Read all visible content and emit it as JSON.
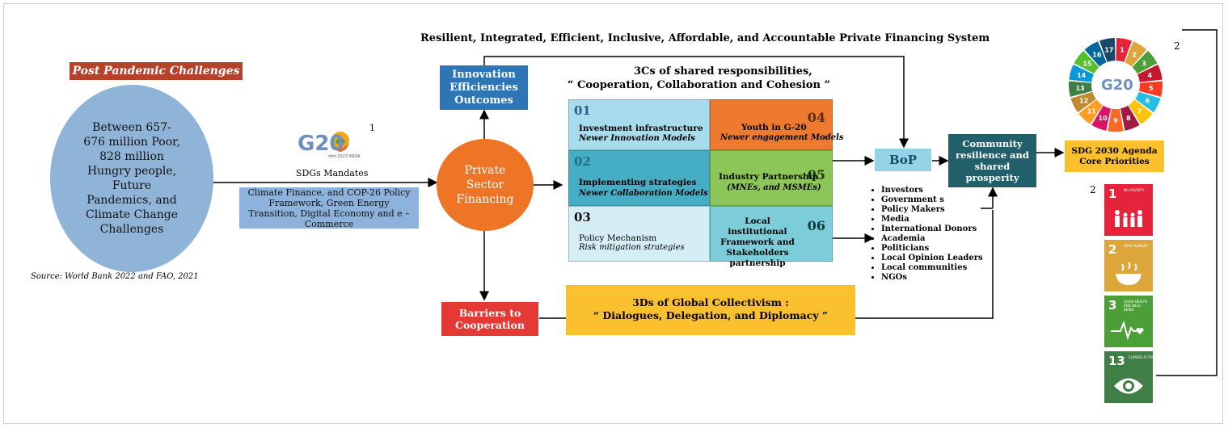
{
  "headline": "Resilient, Integrated, Efficient, Inclusive, Affordable, and Accountable Private Financing System",
  "left": {
    "banner": "Post Pandemic Challenges",
    "circle_text": "Between 657-676 million Poor, 828 million Hungry people, Future Pandemics, and Climate Change Challenges",
    "source": "Source: World Bank 2022 and FAO, 2021"
  },
  "g20": {
    "logo_text": "G20",
    "logo_sub": "भारत 2023 INDIA",
    "superscript": "1",
    "mandates": "SDGs Mandates",
    "policy_box": "Climate Finance, and COP-26 Policy Framework, Green Energy Transition, Digital Economy and e – Commerce"
  },
  "private_financing": "Private Sector Financing",
  "innovation_box": "Innovation Efficiencies Outcomes",
  "threecs": {
    "line1": "3Cs of shared responsibilities,",
    "line2": "“ Cooperation, Collaboration and Cohesion ”"
  },
  "grid": [
    {
      "num": "01",
      "title": "Investment infrastructure",
      "sub": "Newer Innovation Models",
      "color": "#a6dcec"
    },
    {
      "num": "02",
      "title": "Implementing strategies",
      "sub": "Newer Collaboration Models",
      "color": "#46aec4"
    },
    {
      "num": "03",
      "title": "Policy Mechanism",
      "sub": "Risk mitigation strategies",
      "color": "#d5edf4"
    },
    {
      "num": "04",
      "title": "Youth in G-20",
      "sub": "Newer engagement Models",
      "color": "#ee7a2f"
    },
    {
      "num": "05",
      "title": "Industry Partnership",
      "sub": "(MNEs, and MSMEs)",
      "color": "#8cc659"
    },
    {
      "num": "06",
      "title": "Local institutional Framework and Stakeholders partnership",
      "sub": "",
      "color": "#7ccdd9"
    }
  ],
  "bop": "BoP",
  "stakeholders": [
    "Investors",
    "Government s",
    "Policy Makers",
    "Media",
    "International Donors",
    "Academia",
    "Politicians",
    "Local Opinion Leaders",
    "Local communities",
    "NGOs"
  ],
  "community": "Community resilience and shared prosperity",
  "sdg_agenda": "SDG 2030 Agenda Core Priorities",
  "barriers": "Barriers to Cooperation",
  "threeds": {
    "line1": "3Ds of Global Collectivism :",
    "line2": "“ Dialogues, Delegation, and Diplomacy ”"
  },
  "wheel": {
    "superscript": "2",
    "logo_text": "G20",
    "numbers": [
      "1",
      "2",
      "3",
      "4",
      "5",
      "6",
      "7",
      "8",
      "9",
      "10",
      "11",
      "12",
      "13",
      "14",
      "15",
      "16",
      "17"
    ]
  },
  "sdg_tiles_superscript": "2",
  "sdg_tiles": [
    {
      "num": "1",
      "label": "NO POVERTY",
      "color": "#e5243b",
      "icon": "people-icon"
    },
    {
      "num": "2",
      "label": "ZERO HUNGER",
      "color": "#dda63a",
      "icon": "bowl-icon"
    },
    {
      "num": "3",
      "label": "GOOD HEALTH AND WELL-BEING",
      "color": "#4c9f38",
      "icon": "heartbeat-icon"
    },
    {
      "num": "13",
      "label": "CLIMATE ACTION",
      "color": "#3f7e44",
      "icon": "eye-globe-icon"
    }
  ],
  "colors": {
    "circle": "#8fb4d8",
    "banner": "#b5422a",
    "policy_box": "#8db2dc",
    "private": "#ee7526",
    "innovation": "#2e75b6",
    "bop": "#94d3e5",
    "community": "#215f6a",
    "agenda": "#fbc02d",
    "barriers": "#e53935",
    "threeds": "#fbc02d"
  }
}
